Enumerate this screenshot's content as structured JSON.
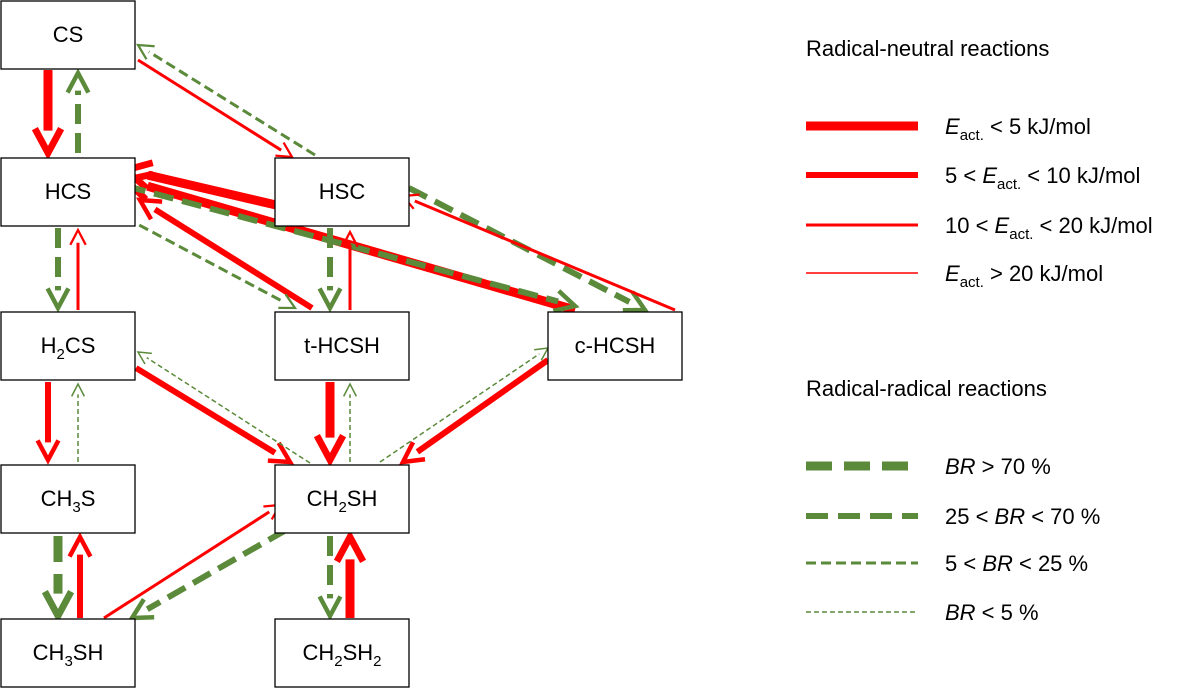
{
  "colors": {
    "radical_neutral": "#ff0000",
    "radical_radical": "#5a8a3a",
    "box_border": "#000000"
  },
  "nodes": {
    "cs": "CS",
    "hcs": "HCS",
    "hsc": "HSC",
    "h2cs": {
      "a": "H",
      "sub": "2",
      "b": "CS"
    },
    "thcsh": "t-HCSH",
    "chcsh": "c-HCSH",
    "ch3s": {
      "a": "CH",
      "sub": "3",
      "b": "S"
    },
    "ch2sh": {
      "a": "CH",
      "sub": "2",
      "b": "SH"
    },
    "ch3sh": {
      "a": "CH",
      "sub": "3",
      "b": "SH"
    },
    "ch2sh2": {
      "a": "CH",
      "sub": "2",
      "b": "SH",
      "sub2": "2"
    }
  },
  "legend": {
    "radical_neutral_title": "Radical-neutral reactions",
    "radical_radical_title": "Radical-radical reactions",
    "rn": [
      {
        "pre": "",
        "var": "E",
        "sub": "act.",
        "post": " < 5 kJ/mol"
      },
      {
        "pre": "5 < ",
        "var": "E",
        "sub": "act.",
        "post": " < 10 kJ/mol"
      },
      {
        "pre": "10 < ",
        "var": "E",
        "sub": "act.",
        "post": " < 20 kJ/mol"
      },
      {
        "pre": "",
        "var": "E",
        "sub": "act.",
        "post": " > 20 kJ/mol"
      }
    ],
    "rr": [
      {
        "pre": "",
        "var": "BR",
        "post": " > 70 %"
      },
      {
        "pre": "25 < ",
        "var": "BR",
        "post": " < 70 %"
      },
      {
        "pre": "5 < ",
        "var": "BR",
        "post": " < 25 %"
      },
      {
        "pre": "",
        "var": "BR",
        "post": " < 5 %"
      }
    ]
  },
  "edges": [
    {
      "from": "cs",
      "to": "hcs",
      "kind": "red",
      "level": 1
    },
    {
      "from": "hcs",
      "to": "cs",
      "kind": "green",
      "level": 2
    },
    {
      "from": "cs",
      "to": "hsc",
      "kind": "red",
      "level": 3
    },
    {
      "from": "hsc",
      "to": "cs",
      "kind": "green",
      "level": 3
    },
    {
      "from": "hcs",
      "to": "h2cs",
      "kind": "green",
      "level": 2
    },
    {
      "from": "h2cs",
      "to": "hcs",
      "kind": "red",
      "level": 3
    },
    {
      "from": "hsc",
      "to": "hcs",
      "kind": "red",
      "level": 1
    },
    {
      "from": "thcsh",
      "to": "hcs",
      "kind": "red",
      "level": 2
    },
    {
      "from": "hcs",
      "to": "thcsh",
      "kind": "green",
      "level": 3
    },
    {
      "from": "chcsh",
      "to": "hcs",
      "kind": "red",
      "level": 1
    },
    {
      "from": "hcs",
      "to": "chcsh",
      "kind": "green",
      "level": 2
    },
    {
      "from": "hsc",
      "to": "chcsh",
      "kind": "green",
      "level": 2
    },
    {
      "from": "chcsh",
      "to": "hsc",
      "kind": "red",
      "level": 3
    },
    {
      "from": "hsc",
      "to": "thcsh",
      "kind": "green",
      "level": 2
    },
    {
      "from": "thcsh",
      "to": "hsc",
      "kind": "red",
      "level": 3
    },
    {
      "from": "h2cs",
      "to": "ch3s",
      "kind": "red",
      "level": 2
    },
    {
      "from": "ch3s",
      "to": "h2cs",
      "kind": "green",
      "level": 4
    },
    {
      "from": "h2cs",
      "to": "ch2sh",
      "kind": "red",
      "level": 2
    },
    {
      "from": "ch2sh",
      "to": "h2cs",
      "kind": "green",
      "level": 4
    },
    {
      "from": "thcsh",
      "to": "ch2sh",
      "kind": "red",
      "level": 1
    },
    {
      "from": "ch2sh",
      "to": "thcsh",
      "kind": "green",
      "level": 4
    },
    {
      "from": "chcsh",
      "to": "ch2sh",
      "kind": "red",
      "level": 2
    },
    {
      "from": "ch2sh",
      "to": "chcsh",
      "kind": "green",
      "level": 4
    },
    {
      "from": "ch3s",
      "to": "ch3sh",
      "kind": "green",
      "level": 1
    },
    {
      "from": "ch3sh",
      "to": "ch3s",
      "kind": "red",
      "level": 2
    },
    {
      "from": "ch2sh",
      "to": "ch3sh",
      "kind": "green",
      "level": 2
    },
    {
      "from": "ch3sh",
      "to": "ch2sh",
      "kind": "red",
      "level": 3
    },
    {
      "from": "ch2sh",
      "to": "ch2sh2",
      "kind": "green",
      "level": 2
    },
    {
      "from": "ch2sh2",
      "to": "ch2sh",
      "kind": "red",
      "level": 1
    }
  ]
}
